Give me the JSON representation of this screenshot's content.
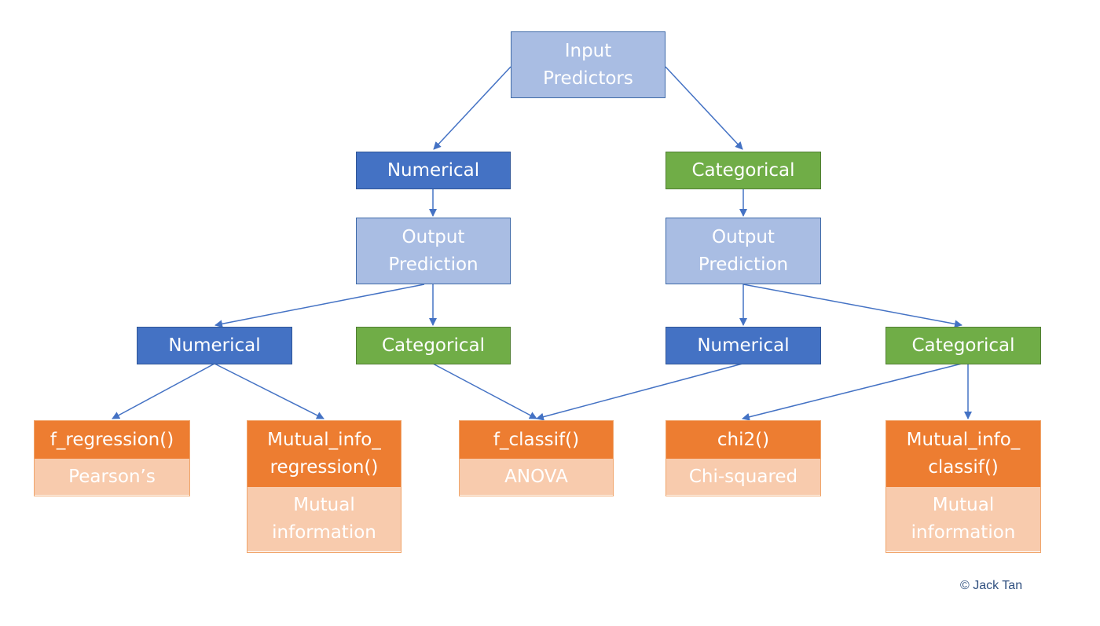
{
  "colors": {
    "input_box": "#a9bde3",
    "numerical": "#4472c4",
    "categorical": "#70ad47",
    "method_head": "#ed7d31",
    "method_sub": "#f8cbad",
    "arrow": "#4472c4"
  },
  "input": {
    "line1": "Input",
    "line2": "Predictors"
  },
  "left_branch": {
    "label": "Numerical",
    "output": {
      "line1": "Output",
      "line2": "Prediction"
    },
    "numerical_label": "Numerical",
    "categorical_label": "Categorical"
  },
  "right_branch": {
    "label": "Categorical",
    "output": {
      "line1": "Output",
      "line2": "Prediction"
    },
    "numerical_label": "Numerical",
    "categorical_label": "Categorical"
  },
  "methods": {
    "f_regression": {
      "name": "f_regression()",
      "desc": "Pearson’s"
    },
    "mutual_info_regression": {
      "name_line1": "Mutual_info_",
      "name_line2": "regression()",
      "desc_line1": "Mutual",
      "desc_line2": "information"
    },
    "f_classif": {
      "name": "f_classif()",
      "desc": "ANOVA"
    },
    "chi2": {
      "name": "chi2()",
      "desc": "Chi-squared"
    },
    "mutual_info_classif": {
      "name_line1": "Mutual_info_",
      "name_line2": "classif()",
      "desc_line1": "Mutual",
      "desc_line2": "information"
    }
  },
  "copyright": "© Jack Tan"
}
